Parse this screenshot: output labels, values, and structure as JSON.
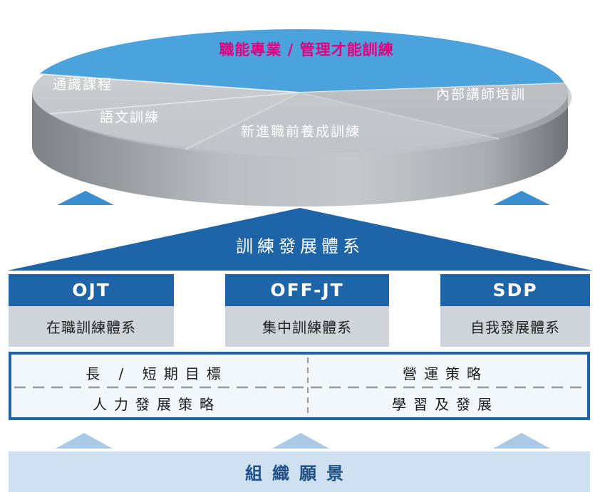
{
  "pie": {
    "top_label": "職能專業 / 管理才能訓練",
    "slices": [
      "通識課程",
      "語文訓練",
      "新進職前養成訓練",
      "內部講師培訓"
    ]
  },
  "system_title": "訓練發展體系",
  "pillars": [
    {
      "code": "OJT",
      "label": "在職訓練體系"
    },
    {
      "code": "OFF-JT",
      "label": "集中訓練體系"
    },
    {
      "code": "SDP",
      "label": "自我發展體系"
    }
  ],
  "strategy": {
    "top_left": "長 / 短期目標",
    "top_right": "營運策略",
    "bottom_left": "人力發展策略",
    "bottom_right": "學習及發展"
  },
  "foundation": "組織願景",
  "colors": {
    "primary_blue": "#1e64a9",
    "light_blue": "#4aa3dd",
    "gray": "#cfd4da",
    "pale_blue": "#cfe0f1"
  }
}
